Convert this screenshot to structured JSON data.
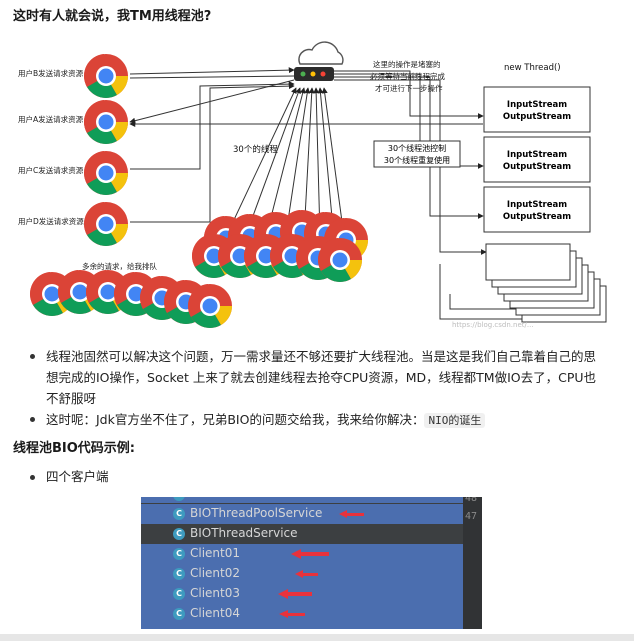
{
  "heading1": "这时有人就会说，我TM用线程池?",
  "diagram": {
    "clients": [
      "用户B发送请求资源",
      "用户A发送请求资源",
      "用户C发送请求资源",
      "用户D发送请求资源"
    ],
    "blocking_note": [
      "这里的操作是堵塞的",
      "必须等待当前线程完成",
      "才可进行下一步操作"
    ],
    "new_thread_label": "new Thread()",
    "threads_label": "30个的线程",
    "pool_control": [
      "30个线程池控制",
      "30个线程重复使用"
    ],
    "stream_box": [
      "InputStream",
      "OutputStream"
    ],
    "queue_label": "多余的请求，给我排队",
    "watermark": "https://blog.csdn.net/..."
  },
  "bullets": {
    "b1": "线程池固然可以解决这个问题，万一需求量还不够还要扩大线程池。当是这是我们自己靠着自己的思想完成的IO操作，Socket 上来了就去创建线程去抢夺CPU资源，MD，线程都TM做IO去了，CPU也不舒服呀",
    "b2_text": "这时呢：Jdk官方坐不住了，兄弟BIO的问题交给我，我来给你解决：",
    "b2_code": "NIO的诞生"
  },
  "heading2": "线程池BIO代码示例:",
  "sub_bullet": "四个客户端",
  "ide": {
    "class_icon": "C",
    "items": [
      "BIOThreadPoolService",
      "BIOThreadService",
      "Client01",
      "Client02",
      "Client03",
      "Client04"
    ],
    "gutter": [
      "48",
      "47"
    ],
    "arrow_color": "#e8323c",
    "selection_color": "#4b6eaf"
  }
}
